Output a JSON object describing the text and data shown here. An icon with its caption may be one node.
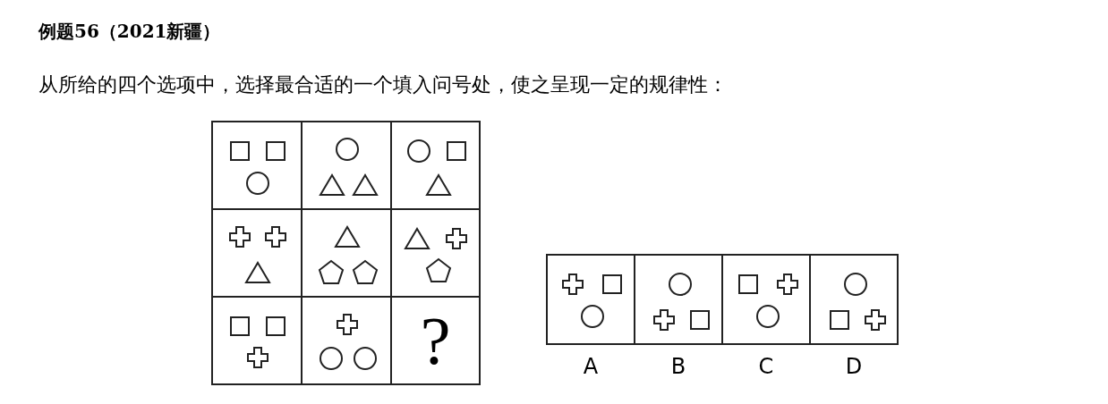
{
  "diagram": {
    "title": "例题56（2021新疆）",
    "nodes": [
      {
        "text": [],
        "shape": "box"
      },
      {
        "text": [],
        "shape": "box"
      },
      {
        "text": [],
        "shape": "box"
      },
      {
        "text": [],
        "shape": "box"
      },
      {
        "text": [],
        "shape": "box"
      },
      {
        "text": [],
        "shape": "box"
      },
      {
        "text": [],
        "shape": "box"
      },
      {
        "text": [],
        "shape": "box"
      },
      {
        "text": [
          "?"
        ]
      },
      {
        "text": [],
        "shape": "box",
        "beside": [
          "A"
        ]
      },
      {
        "text": [],
        "shape": "box",
        "beside": [
          "B"
        ]
      },
      {
        "text": [],
        "shape": "box",
        "beside": [
          "C"
        ]
      },
      {
        "text": [],
        "shape": "box",
        "beside": [
          "D"
        ]
      }
    ],
    "labels": [
      "从所给的四个选项中，选择最合适的一个填入问号处，使之呈现一定的规律性："
    ]
  }
}
